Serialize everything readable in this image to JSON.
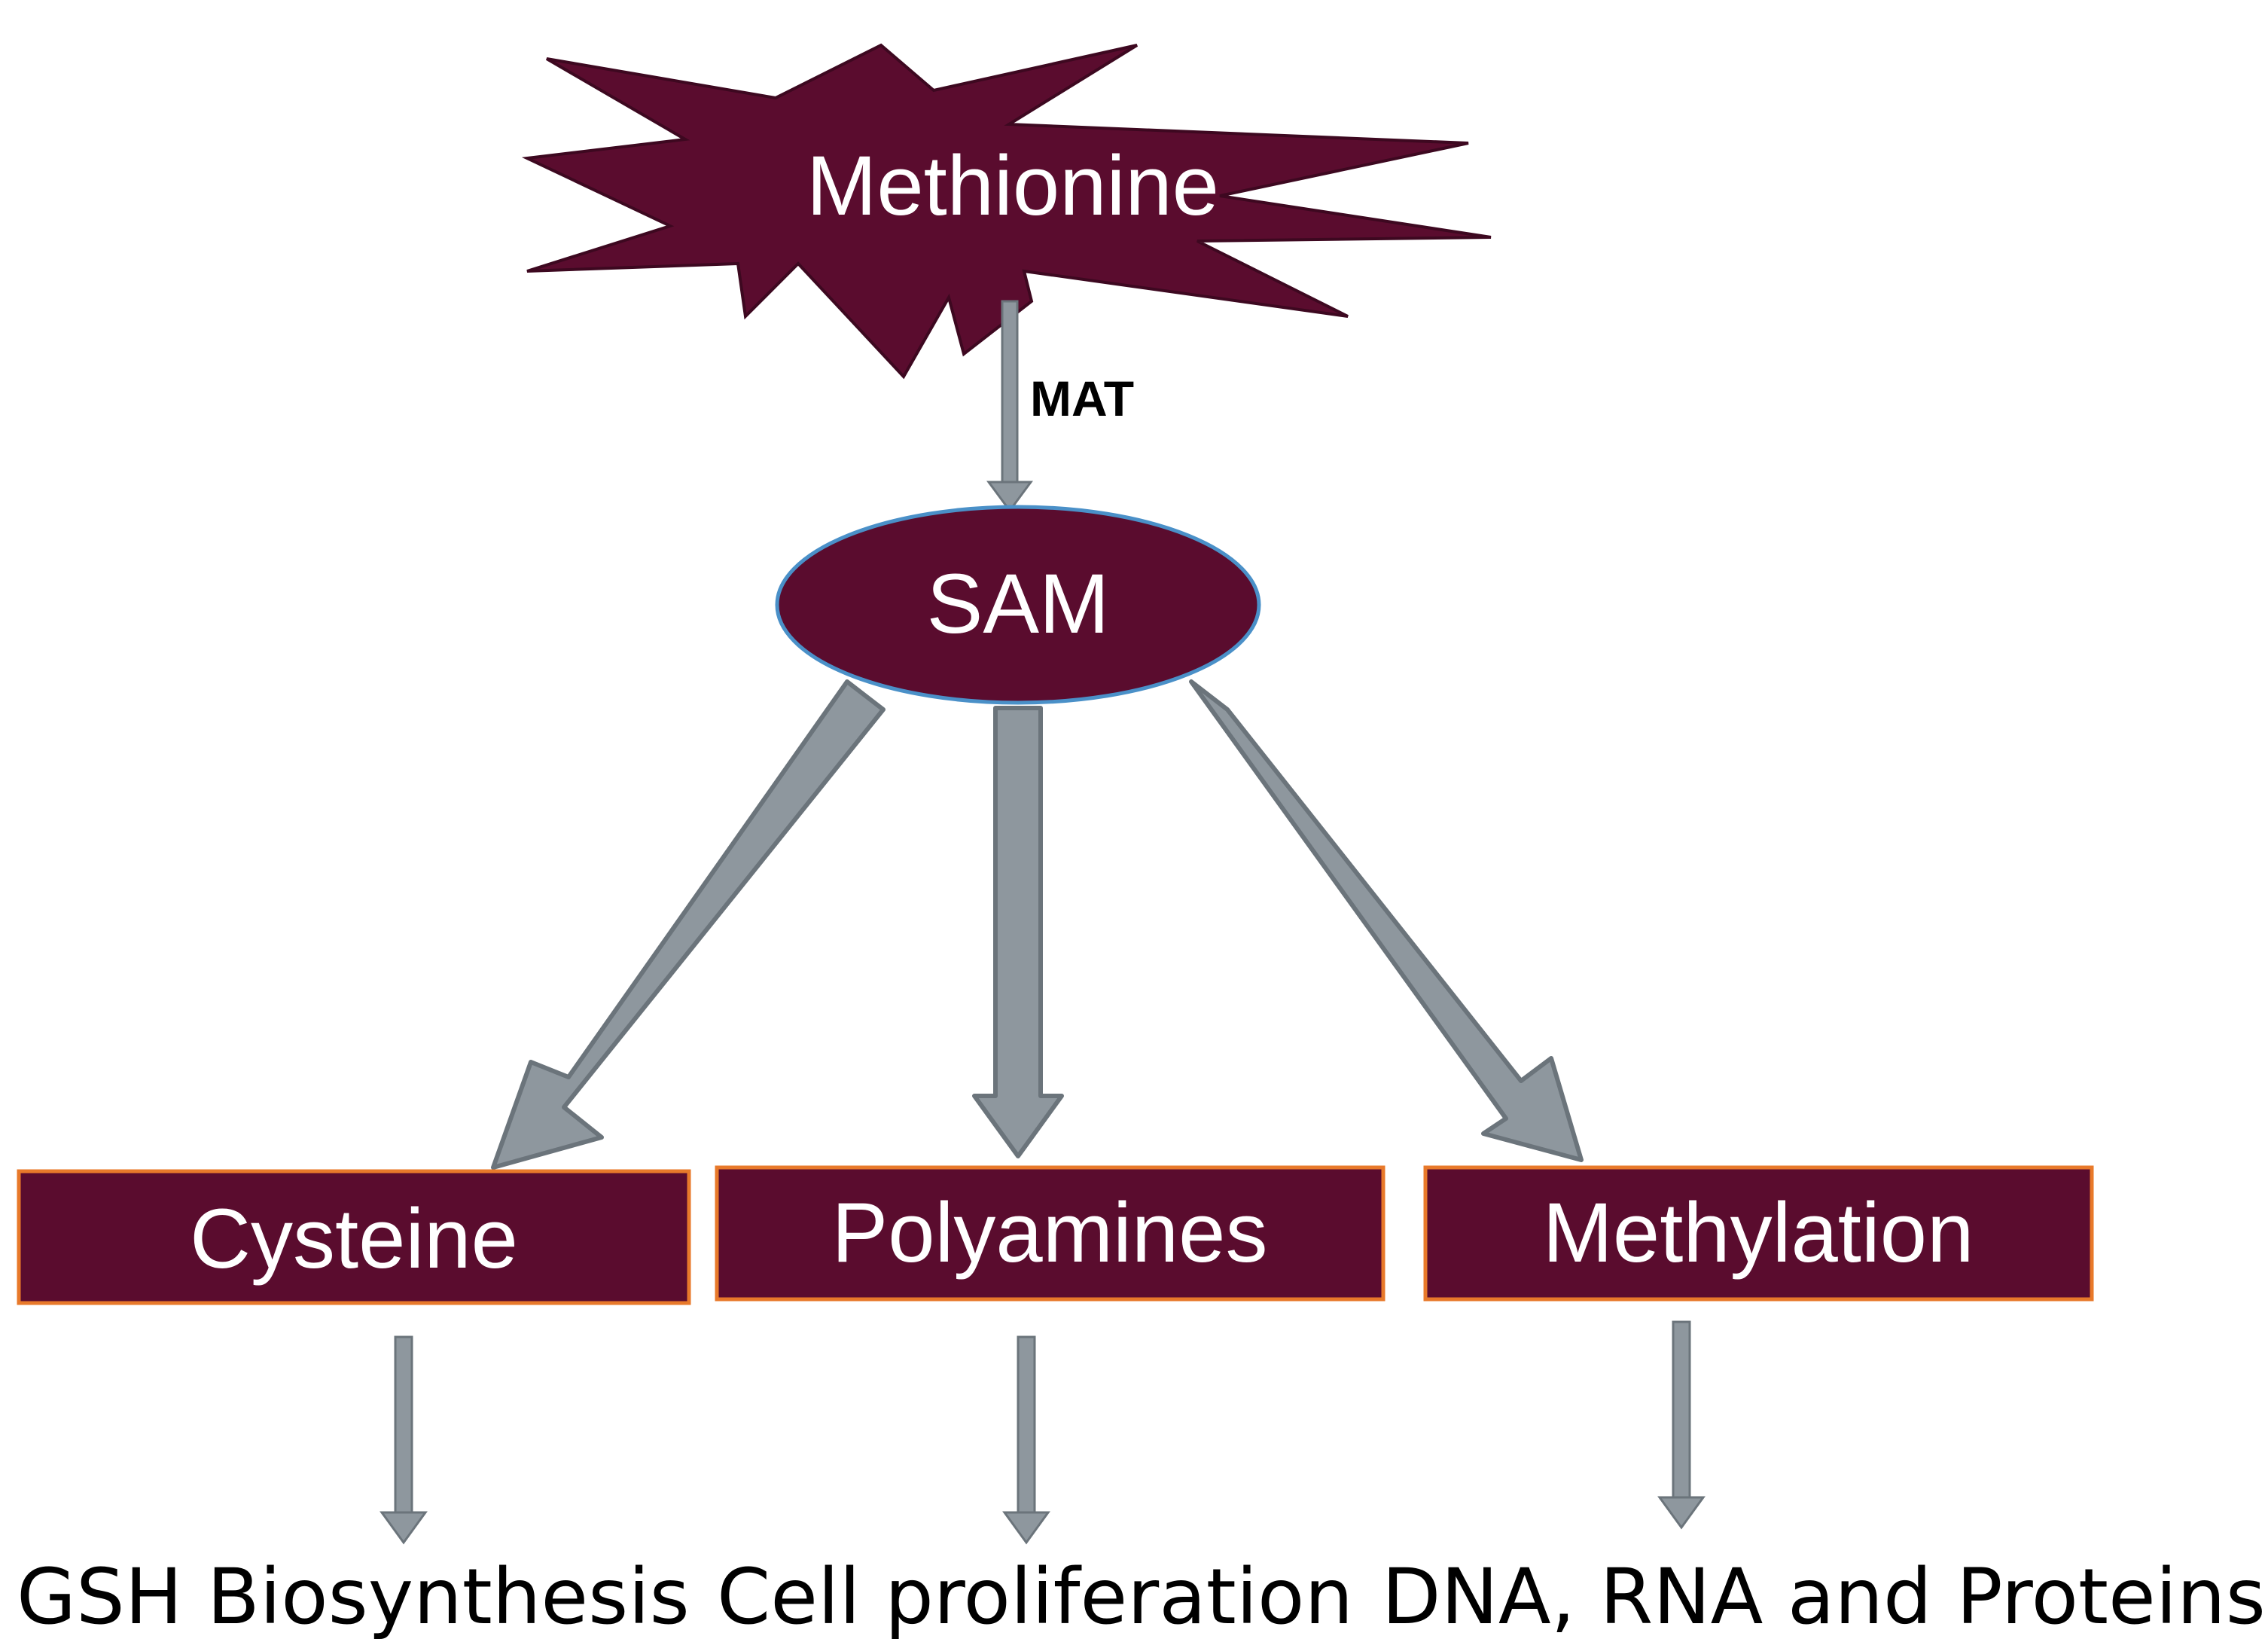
{
  "colors": {
    "node_fill": "#5a0c2e",
    "node_stroke": "#3d0820",
    "box_border": "#e8792a",
    "ellipse_border": "#4a90c8",
    "arrow_fill": "#8e979e",
    "arrow_outline": "#6b747b",
    "node_text": "#ffffff",
    "outcome_text": "#000000"
  },
  "nodes": {
    "methionine": "Methionine",
    "sam": "SAM",
    "cysteine": "Cysteine",
    "polyamines": "Polyamines",
    "methylation": "Methylation"
  },
  "enzyme": {
    "mat": "MAT"
  },
  "outcomes": {
    "gsh": "GSH Biosynthesis",
    "proliferation": "Cell proliferation",
    "macromolecules": "DNA, RNA and Proteins"
  }
}
